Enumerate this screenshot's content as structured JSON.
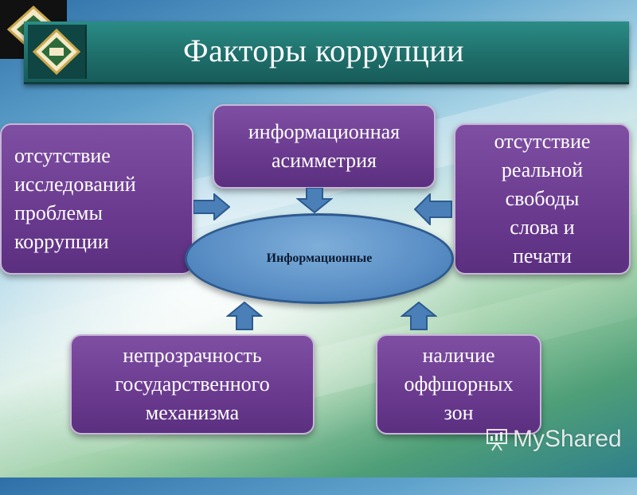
{
  "title": "Факторы коррупции",
  "center": "Информационные",
  "boxes": {
    "top": [
      "информационная",
      "асимметрия"
    ],
    "left": [
      "отсутствие",
      "исследований",
      "проблемы",
      "коррупции"
    ],
    "right": [
      "отсутствие",
      "реальной",
      "свободы",
      "слова и",
      "печати"
    ],
    "bottom_left": [
      "непрозрачность",
      "государственного",
      "механизма"
    ],
    "bottom_right": [
      "наличие",
      "оффшорных",
      "зон"
    ]
  },
  "watermark": "MyShared",
  "colors": {
    "title_bar": "#1f6f6b",
    "box_fill": "#6a3a8f",
    "ellipse_fill": "#5a8fc6",
    "arrow_fill": "#4a7fb8"
  }
}
